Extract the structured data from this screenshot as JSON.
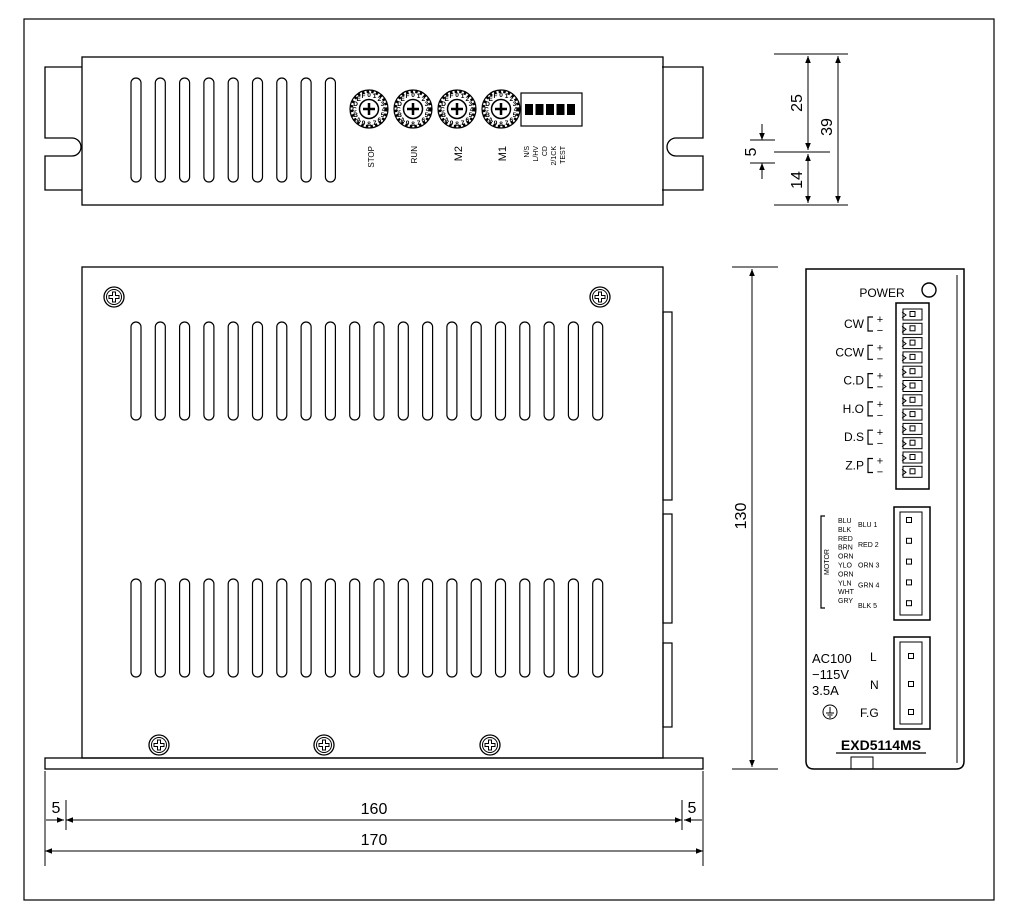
{
  "top_view": {
    "switch_labels": [
      "STOP",
      "RUN",
      "M2",
      "M1"
    ],
    "dip_labels": [
      "N/S",
      "L/HV",
      "CD",
      "2/1CK",
      "TEST"
    ],
    "rotary_digits": "0123456789ABCDEF"
  },
  "dimensions": {
    "height_upper": "25",
    "height_total": "39",
    "slot_width": "5",
    "height_lower": "14",
    "front_height": "130",
    "left_offset": "5",
    "inner_width": "160",
    "right_offset": "5",
    "total_width": "170"
  },
  "panel": {
    "power_label": "POWER",
    "io_labels": [
      "CW",
      "CCW",
      "C.D",
      "H.O",
      "D.S",
      "Z.P"
    ],
    "plus": "+",
    "minus": "−",
    "motor_label": "MOTOR",
    "motor_wires_left": [
      "BLU",
      "BLK",
      "RED",
      "BRN",
      "ORN",
      "YLO",
      "ORN",
      "YLN",
      "WHT",
      "GRY"
    ],
    "motor_terminals": [
      "BLU 1",
      "RED 2",
      "ORN 3",
      "GRN 4",
      "BLK 5"
    ],
    "ac_line1": "AC100",
    "ac_line2": "−115V",
    "ac_line3": "3.5A",
    "power_terminals": [
      "L",
      "N",
      "F.G"
    ],
    "model": "EXD5114MS"
  }
}
